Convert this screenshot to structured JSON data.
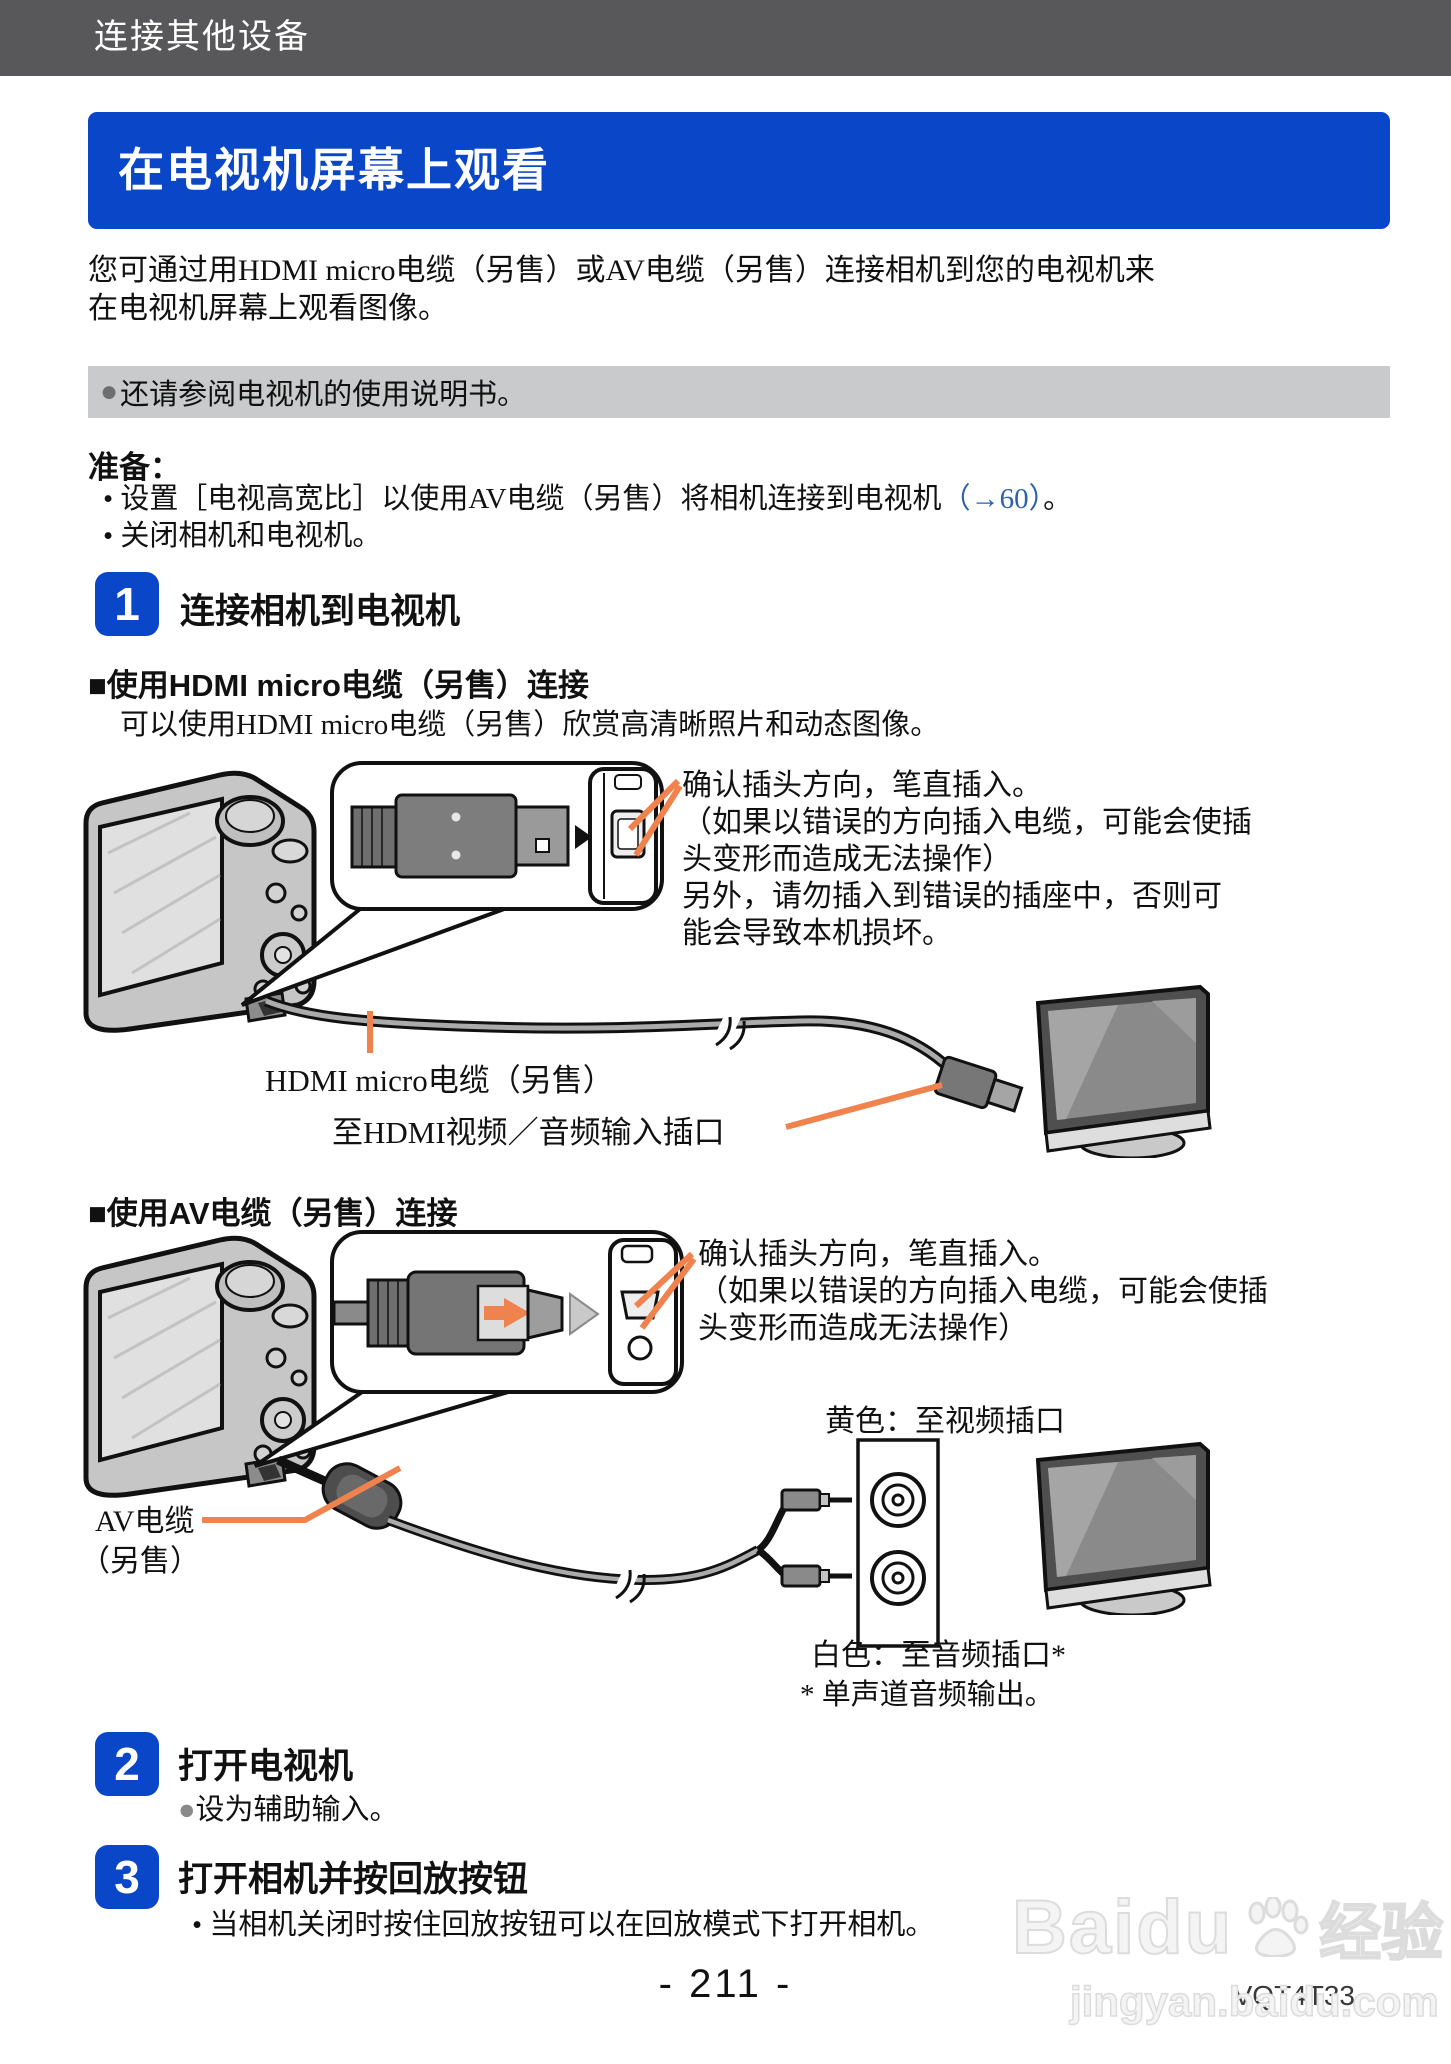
{
  "glyphs": {
    "dot": "•",
    "circle": "●",
    "square": "■"
  },
  "colors": {
    "accent_blue": "#0a46c8",
    "link_blue": "#2b62a8",
    "callout_orange": "#f0824e",
    "topbar_gray": "#58585a",
    "note_bar_gray": "#c9cacb"
  },
  "topbar": {
    "title": "连接其他设备"
  },
  "page_title": "在电视机屏幕上观看",
  "intro": {
    "line1": "您可通过用HDMI micro电缆（另售）或AV电缆（另售）连接相机到您的电视机来",
    "line2": "在电视机屏幕上观看图像。"
  },
  "note_bar": {
    "text": "还请参阅电视机的使用说明书。"
  },
  "prepare": {
    "heading": "准备：",
    "items": [
      {
        "pre": "设置［电视高宽比］以使用AV电缆（另售）将相机连接到电视机",
        "link": "（→60）",
        "post": "。"
      },
      {
        "pre": "关闭相机和电视机。",
        "link": "",
        "post": ""
      }
    ]
  },
  "steps": [
    {
      "num": "1",
      "title": "连接相机到电视机",
      "note": ""
    },
    {
      "num": "2",
      "title": "打开电视机",
      "note": "设为辅助输入。"
    },
    {
      "num": "3",
      "title": "打开相机并按回放按钮",
      "note": "当相机关闭时按住回放按钮可以在回放模式下打开相机。"
    }
  ],
  "hdmi_section": {
    "heading": "使用HDMI micro电缆（另售）连接",
    "subtext": "可以使用HDMI micro电缆（另售）欣赏高清晰照片和动态图像。",
    "callout_lines": [
      "确认插头方向，笔直插入。",
      "（如果以错误的方向插入电缆，可能会使插",
      "头变形而造成无法操作）",
      "另外，请勿插入到错误的插座中，否则可",
      "能会导致本机损坏。"
    ],
    "cable_label": "HDMI micro电缆（另售）",
    "port_label": "至HDMI视频／音频输入插口"
  },
  "av_section": {
    "heading": "使用AV电缆（另售）连接",
    "callout_lines": [
      "确认插头方向，笔直插入。",
      "（如果以错误的方向插入电缆，可能会使插",
      "头变形而造成无法操作）"
    ],
    "cable_label_line1": "AV电缆",
    "cable_label_line2": "（另售）",
    "yellow_label": "黄色：至视频插口",
    "white_label": "白色：至音频插口*",
    "white_note": "* 单声道音频输出。"
  },
  "footer": {
    "page_number": "- 211 -",
    "doc_code": "VQT4T33"
  },
  "watermark": {
    "brand": "Baidu",
    "brand_suffix": "经验",
    "url": "jingyan.baidu.com"
  }
}
